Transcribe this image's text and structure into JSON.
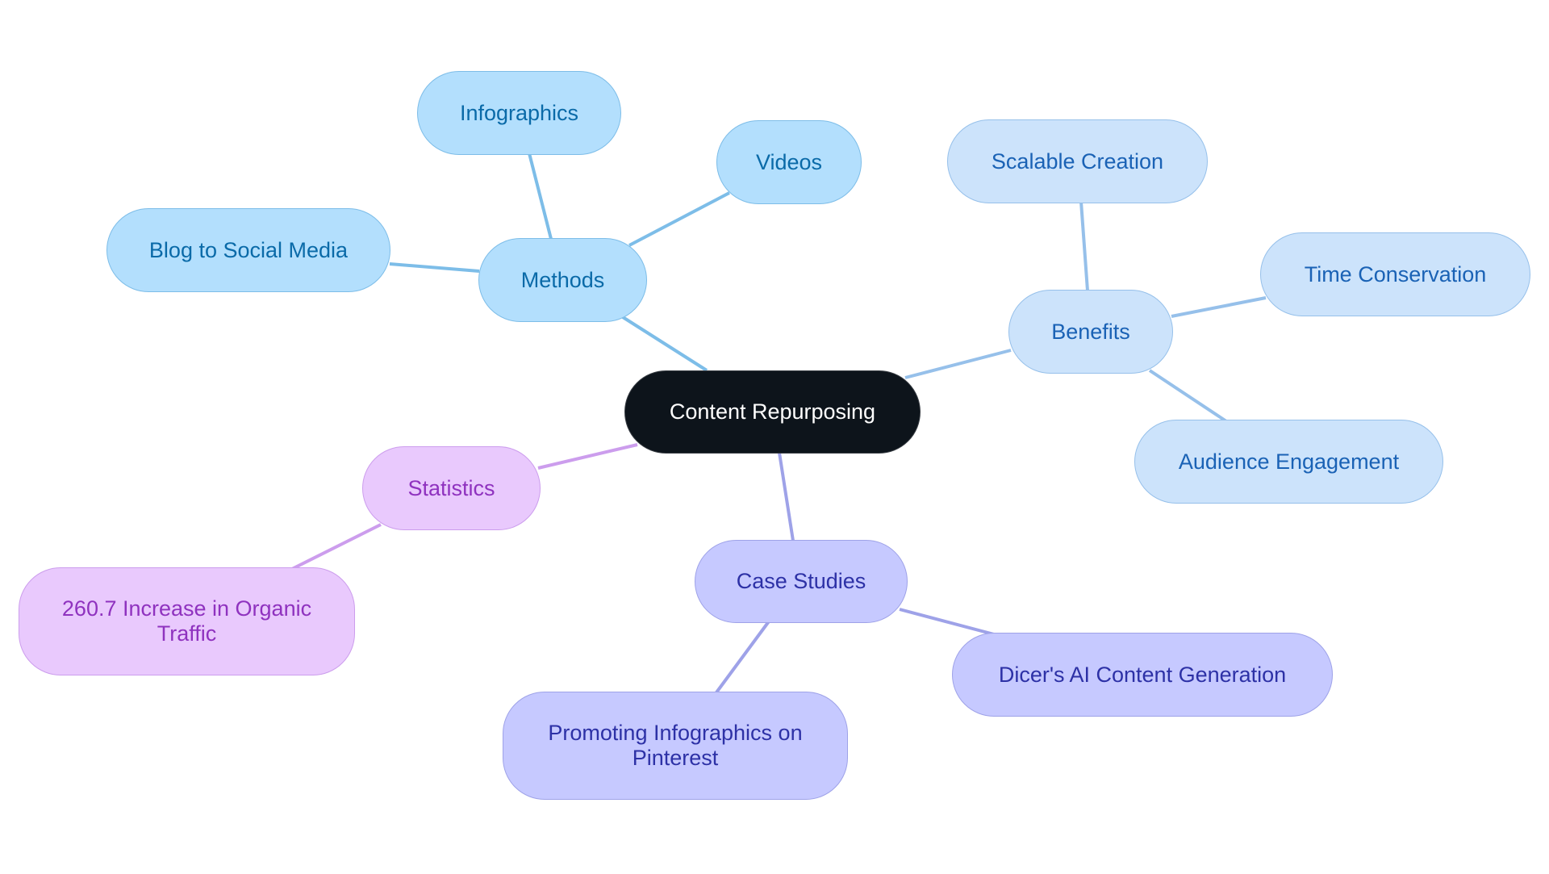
{
  "diagram": {
    "type": "mindmap",
    "colors": {
      "root_fill": "#0d141b",
      "root_text": "#ffffff",
      "methods_fill": "#b3dffd",
      "methods_edge": "#7dbde8",
      "methods_text": "#0a6aa8",
      "benefits_fill": "#cce3fb",
      "benefits_edge": "#96c0ea",
      "benefits_text": "#1a62b5",
      "statistics_fill": "#e9c9fd",
      "statistics_edge": "#cc9ded",
      "statistics_text": "#8f32bf",
      "case_studies_fill": "#c6c9ff",
      "case_studies_edge": "#9ea2e8",
      "case_studies_text": "#2d31a6"
    },
    "root": {
      "label": "Content Repurposing"
    },
    "methods": {
      "label": "Methods",
      "children": [
        "Infographics",
        "Videos",
        "Blog to Social Media"
      ]
    },
    "benefits": {
      "label": "Benefits",
      "children": [
        "Scalable Creation",
        "Time Conservation",
        "Audience Engagement"
      ]
    },
    "statistics": {
      "label": "Statistics",
      "children": [
        "260.7 Increase in Organic Traffic"
      ]
    },
    "case_studies": {
      "label": "Case Studies",
      "children": [
        "Dicer's AI Content Generation",
        "Promoting Infographics on Pinterest"
      ]
    }
  }
}
